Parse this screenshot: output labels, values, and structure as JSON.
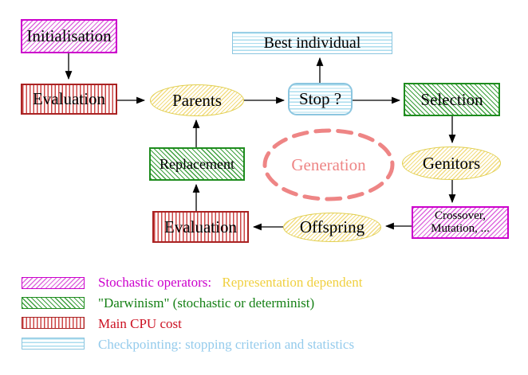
{
  "diagram": {
    "nodes": {
      "initialisation": "Initialisation",
      "evaluation_top": "Evaluation",
      "parents": "Parents",
      "best_individual": "Best individual",
      "stop": "Stop ?",
      "selection": "Selection",
      "replacement": "Replacement",
      "generation": "Generation",
      "genitors": "Genitors",
      "evaluation_bottom": "Evaluation",
      "offspring": "Offspring",
      "crossover_line1": "Crossover,",
      "crossover_line2": "Mutation, ..."
    },
    "arrows": [
      "initialisation-to-evaluation",
      "evaluation-to-parents",
      "parents-to-stop",
      "stop-to-best-individual",
      "stop-to-selection",
      "selection-to-genitors",
      "genitors-to-crossover",
      "crossover-to-offspring",
      "offspring-to-evaluation",
      "evaluation-to-replacement",
      "replacement-to-parents"
    ]
  },
  "legend": {
    "stochastic_label": "Stochastic operators:",
    "stochastic_note": "Representation dependent",
    "darwinism_label": "\"Darwinism\" (stochastic or determinist)",
    "cpu_label": "Main CPU cost",
    "checkpoint_label": "Checkpointing: stopping criterion and statistics"
  },
  "colors": {
    "magenta_border": "#cc00cc",
    "magenta_hatch": "#dd6add",
    "red_border": "#aa2222",
    "red_stripe": "#cc4747",
    "green_border": "#1e8c1e",
    "green_hatch": "#3fa03f",
    "cyan_border": "#8cc6e0",
    "cyan_stripe": "#aadcee",
    "yellow_border": "#e2cf4e",
    "yellow_hatch": "#f2dc82",
    "generation_pink": "#ee8585",
    "legend_yellow_text": "#f0d040",
    "legend_green_text": "#158015",
    "legend_red_text": "#cc1122",
    "legend_cyan_text": "#94cbec"
  }
}
